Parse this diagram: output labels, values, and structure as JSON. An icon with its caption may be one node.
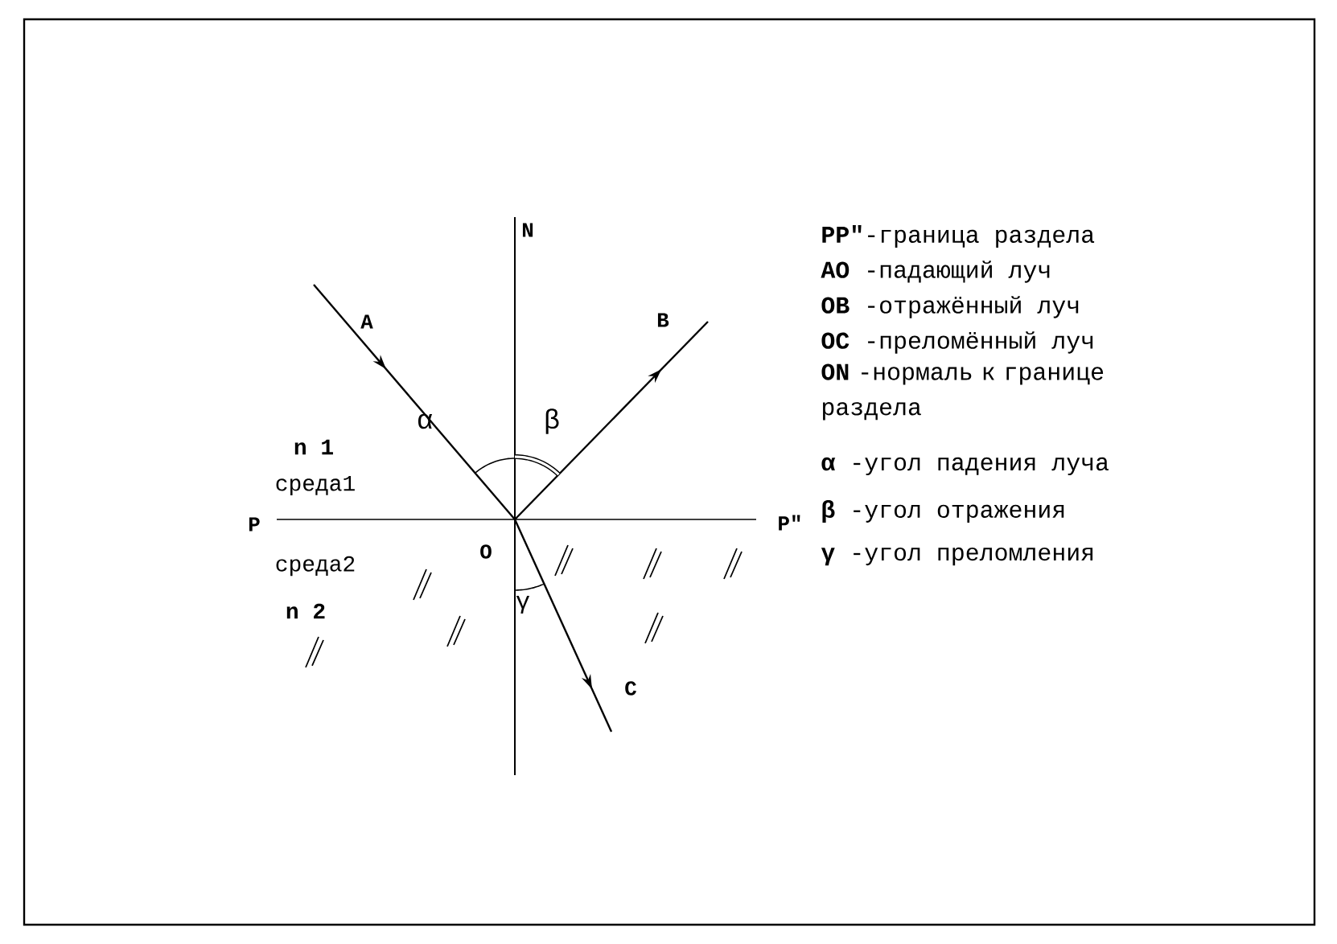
{
  "diagram": {
    "labels": [
      "N",
      "A",
      "B",
      "α",
      "β",
      "n 1",
      "среда1",
      "P",
      "O",
      "P\"",
      "среда2",
      "n 2",
      "γ",
      "C",
      "**PP\"**-граница раздела",
      "**AO** -падающий луч",
      "**OB** -отражённый луч",
      "**OC** -преломённый луч",
      "**ON** -нормаль к границе раздела",
      "**α** -угол падения луча",
      "**β** -угол отражения",
      "**γ** -угол преломления"
    ]
  }
}
